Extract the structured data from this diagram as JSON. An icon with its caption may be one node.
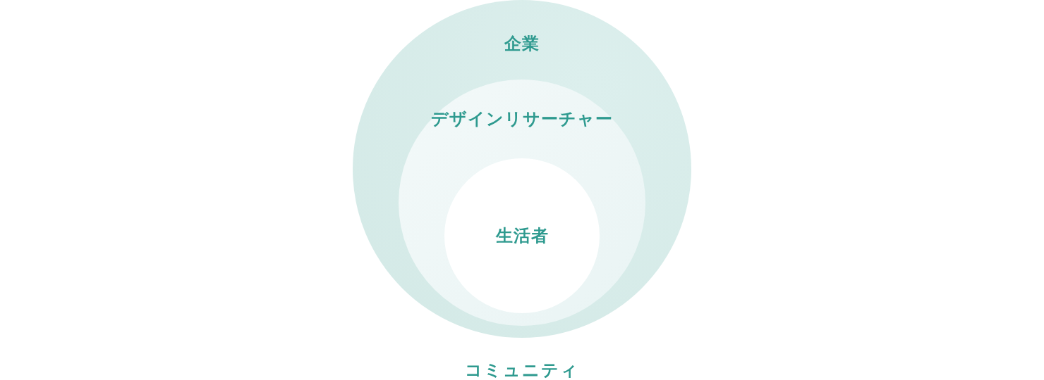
{
  "diagram": {
    "caption": "コミュニティ",
    "nodes": [
      {
        "text": [
          "企業"
        ]
      },
      {
        "text": [
          "デザインリサーチャー"
        ],
        "in": 0
      },
      {
        "text": [
          "生活者"
        ],
        "in": 1
      }
    ]
  }
}
